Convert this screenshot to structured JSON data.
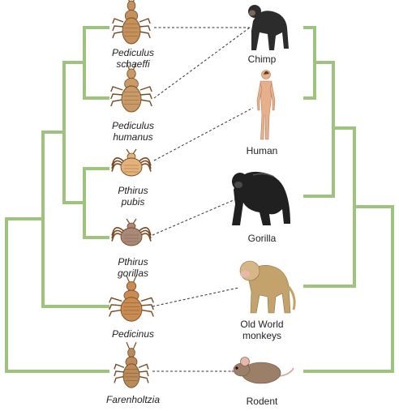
{
  "colors": {
    "tree": "#9dc37e",
    "connector": "#333333",
    "louse_body": "#c8945a",
    "louse_dark": "#7a4a22",
    "text": "#222222"
  },
  "parasites": [
    {
      "id": "pediculus-schaeffi",
      "line1": "Pediculus",
      "line2": "schaeffi",
      "icon": "louse-icon"
    },
    {
      "id": "pediculus-humanus",
      "line1": "Pediculus",
      "line2": "humanus",
      "icon": "louse-icon"
    },
    {
      "id": "pthirus-pubis",
      "line1": "Pthirus",
      "line2": "pubis",
      "icon": "crab-louse-icon"
    },
    {
      "id": "pthirus-gorillas",
      "line1": "Pthirus",
      "line2": "gorillas",
      "icon": "crab-louse-icon"
    },
    {
      "id": "pedicinus",
      "line1": "Pedicinus",
      "line2": "",
      "icon": "louse-icon"
    },
    {
      "id": "farenholtzia",
      "line1": "Farenholtzia",
      "line2": "",
      "icon": "louse-icon"
    }
  ],
  "hosts": [
    {
      "id": "chimp",
      "line1": "Chimp",
      "line2": "",
      "icon": "chimp-icon"
    },
    {
      "id": "human",
      "line1": "Human",
      "line2": "",
      "icon": "human-icon"
    },
    {
      "id": "gorilla",
      "line1": "Gorilla",
      "line2": "",
      "icon": "gorilla-icon"
    },
    {
      "id": "old-world-monkeys",
      "line1": "Old World",
      "line2": "monkeys",
      "icon": "baboon-icon"
    },
    {
      "id": "rodent",
      "line1": "Rodent",
      "line2": "",
      "icon": "mouse-icon"
    }
  ],
  "associations": [
    {
      "parasite": "pediculus-schaeffi",
      "host": "chimp"
    },
    {
      "parasite": "pediculus-humanus",
      "host": "chimp"
    },
    {
      "parasite": "pthirus-pubis",
      "host": "human"
    },
    {
      "parasite": "pthirus-gorillas",
      "host": "gorilla"
    },
    {
      "parasite": "pedicinus",
      "host": "old-world-monkeys"
    },
    {
      "parasite": "farenholtzia",
      "host": "rodent"
    }
  ]
}
